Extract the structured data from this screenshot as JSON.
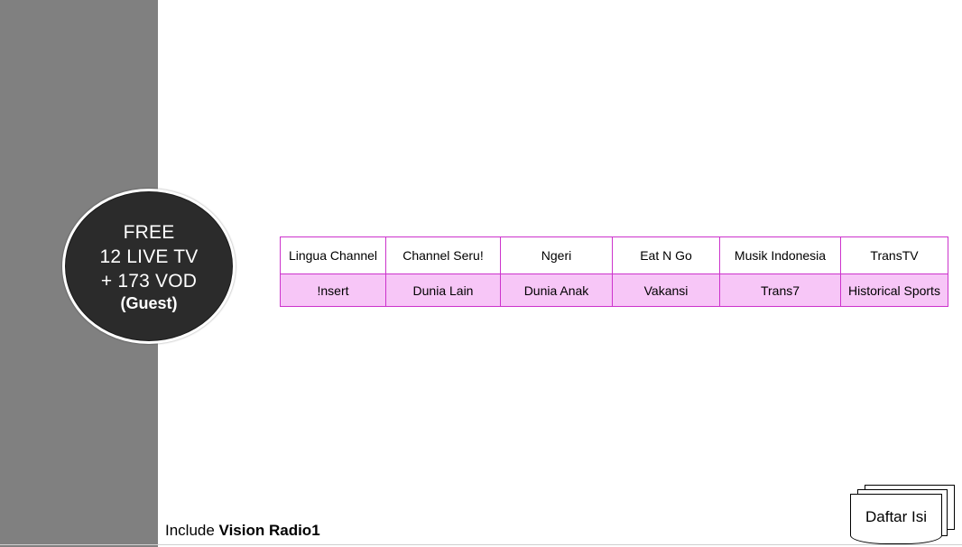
{
  "badge": {
    "line1": "FREE",
    "line2": "12 LIVE TV",
    "line3": "+ 173 VOD",
    "line4": "(Guest)"
  },
  "channels": {
    "row1": [
      "Lingua Channel",
      "Channel Seru!",
      "Ngeri",
      "Eat N Go",
      "Musik Indonesia",
      "TransTV"
    ],
    "row2": [
      "!nsert",
      "Dunia Lain",
      "Dunia Anak",
      "Vakansi",
      "Trans7",
      "Historical Sports"
    ]
  },
  "footer": {
    "prefix": "Include ",
    "highlight": "Vision Radio1"
  },
  "toc_button": {
    "label": "Daftar Isi"
  },
  "colors": {
    "side_band": "#808080",
    "badge_fill": "#2b2b2b",
    "table_border": "#cc33cc",
    "table_row2_fill": "#f7c6f7"
  }
}
